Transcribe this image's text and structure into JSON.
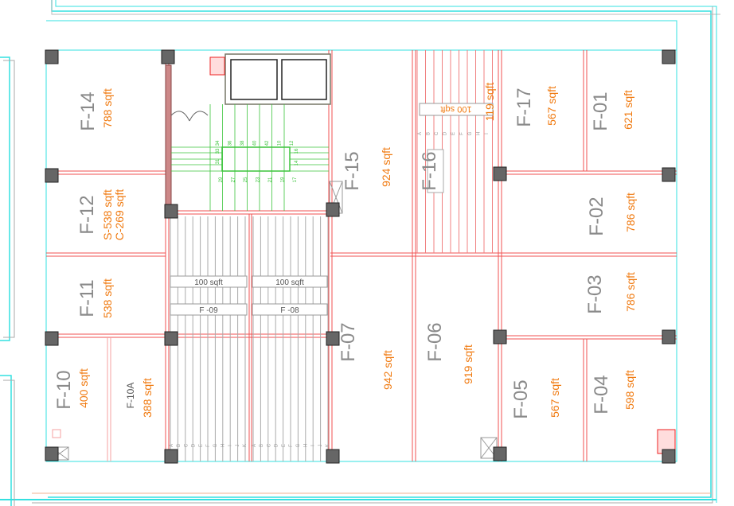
{
  "plan": {
    "colors": {
      "wall": "#f05050",
      "wall_light": "#f5a0a0",
      "border": "#33e0e0",
      "column": "#666666",
      "label": "#8a8a8a",
      "area": "#f07a10",
      "stair": "#3cc43c"
    },
    "units": [
      {
        "id": "F-14",
        "area": "788 sqft"
      },
      {
        "id": "F-12",
        "area": "S-538 sqft",
        "area2": "C-269 sqft"
      },
      {
        "id": "F-11",
        "area": "538 sqft"
      },
      {
        "id": "F-10",
        "area": "400 sqft"
      },
      {
        "id": "F-10A",
        "area": "388 sqft"
      },
      {
        "id": "F-15",
        "area": "924 sqft"
      },
      {
        "id": "F-16",
        "area": "119 sqft",
        "area2": "100 sqft"
      },
      {
        "id": "F-17",
        "area": "567 sqft"
      },
      {
        "id": "F-01",
        "area": "621 sqft"
      },
      {
        "id": "F-02",
        "area": "786 sqft"
      },
      {
        "id": "F-03",
        "area": "786 sqft"
      },
      {
        "id": "F-07",
        "area": "942 sqft"
      },
      {
        "id": "F-06",
        "area": "919 sqft"
      },
      {
        "id": "F-05",
        "area": "567 sqft"
      },
      {
        "id": "F-04",
        "area": "598 sqft"
      }
    ],
    "stalls": [
      {
        "id": "F -09",
        "area": "100 sqft"
      },
      {
        "id": "F -08",
        "area": "100 sqft"
      }
    ],
    "stall_letters_a": [
      "A",
      "B",
      "C",
      "D",
      "E",
      "F",
      "G",
      "H",
      "I",
      "J",
      "K"
    ],
    "stall_letters_b": [
      "A",
      "B",
      "C",
      "D",
      "E",
      "F",
      "G",
      "H",
      "I"
    ],
    "stair_numbers_top": [
      "34",
      "36",
      "38",
      "40",
      "42",
      "10",
      "12"
    ],
    "stair_numbers_mid": [
      "33",
      "31",
      "14",
      "16"
    ],
    "stair_numbers_bot": [
      "29",
      "27",
      "25",
      "23",
      "21",
      "19",
      "17"
    ]
  }
}
